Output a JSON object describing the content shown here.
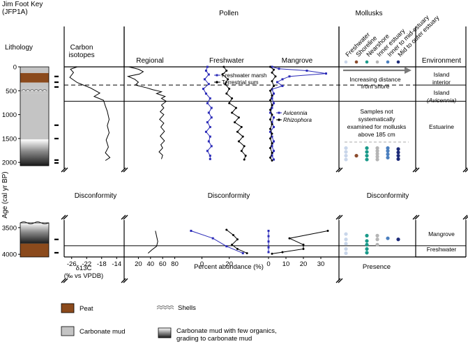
{
  "header": {
    "site_title": "Jim Foot Key",
    "site_code": "(JFP1A)",
    "lithology": "Lithology",
    "carbon": "Carbon",
    "isotopes": "isotopes",
    "pollen": "Pollen",
    "regional": "Regional",
    "freshwater": "Freshwater",
    "mangrove": "Mangrove",
    "mollusks": "Mollusks",
    "environment": "Environment"
  },
  "y_axis": {
    "label": "Age (cal yr BP)",
    "upper_ticks": [
      0,
      500,
      1000,
      1500,
      2000
    ],
    "lower_ticks": [
      3500,
      4000
    ]
  },
  "disconformity": "Disconformity",
  "x_axes": {
    "carbon_ticks": [
      -26,
      -22,
      -18,
      -14
    ],
    "carbon_label_1": "δ13C",
    "carbon_label_2": "(‰ vs VPDB)",
    "regional_ticks": [
      20,
      40,
      60,
      80
    ],
    "freshwater_ticks": [
      0,
      20
    ],
    "mangrove_ticks": [
      0,
      10,
      20,
      30
    ],
    "pollen_label": "Percent abundance (%)",
    "presence_label": "Presence"
  },
  "mollusk_taxa": [
    {
      "name": "Freshwater",
      "color": "#c9d6ea"
    },
    {
      "name": "Shoreline",
      "color": "#8b4a2b"
    },
    {
      "name": "Nearshore",
      "color": "#1a9a8a"
    },
    {
      "name": "Inner estuary",
      "color": "#b5b5b5"
    },
    {
      "name": "Inner to mid-estuary",
      "color": "#4a7fbf"
    },
    {
      "name": "Mid to outer estuary",
      "color": "#1c2a78"
    }
  ],
  "mollusk_notes": {
    "gradient_1": "Increasing distance",
    "gradient_2": "from shore",
    "not_examined_1": "Samples not",
    "not_examined_2": "systematically",
    "not_examined_3": "examined for mollusks",
    "not_examined_4": "above 185 cm"
  },
  "environments": {
    "island_interior_1": "Island",
    "island_interior_2": "interior",
    "island_avicennia_1": "Island",
    "island_avicennia_2": "(Avicennia)",
    "estuarine": "Estuarine",
    "mangrove": "Mangrove",
    "freshwater": "Freshwater"
  },
  "legends": {
    "freshwater_marsh": "Freshwater marsh",
    "terrestrial_sum": "Terrestrial sum",
    "avicennia": "Avicennia",
    "rhizophora": "Rhizophora"
  },
  "lithology_legend": {
    "peat": "Peat",
    "shells": "Shells",
    "carbonate_mud": "Carbonate mud",
    "gradient_1": "Carbonate mud with few organics,",
    "gradient_2": "grading to carbonate mud"
  },
  "colors": {
    "peat": "#8b4a1c",
    "carbonate_mud": "#c4c4c4",
    "freshwater_marsh": "#2b2bb8",
    "avicennia": "#2b2bb8",
    "rhizophora": "#000000",
    "terrestrial_sum": "#000000",
    "dashed_line": "#aaaaaa",
    "gradient_arrow": "#7a7a7a"
  },
  "lithology": {
    "upper": [
      {
        "type": "carbonate_mud",
        "from": 0,
        "to": 130
      },
      {
        "type": "peat",
        "from": 130,
        "to": 330
      },
      {
        "type": "carbonate_mud",
        "from": 330,
        "to": 450
      },
      {
        "type": "shells",
        "from": 450,
        "to": 560
      },
      {
        "type": "carbonate_mud",
        "from": 560,
        "to": 1520
      },
      {
        "type": "gradient",
        "from": 1520,
        "to": 2070
      }
    ],
    "lower": [
      {
        "type": "gradient",
        "from": 3410,
        "to": 3800
      },
      {
        "type": "peat",
        "from": 3800,
        "to": 4050
      }
    ]
  },
  "chart_data": {
    "type": "line",
    "y_unit": "Age (cal yr BP)",
    "upper_ylim": [
      0,
      2070
    ],
    "lower_ylim": [
      3410,
      4050
    ],
    "horizontal_lines": {
      "solid_ages": [
        720,
        3840
      ],
      "dashed_age": 380
    },
    "sample_marks": {
      "upper": [
        200,
        320,
        420,
        1220,
        1500,
        1950,
        2010
      ],
      "lower": [
        3720,
        3970
      ]
    },
    "carbon_isotopes": {
      "xlim": [
        -28,
        -12
      ],
      "upper": [
        {
          "age": 0,
          "value": -24.5
        },
        {
          "age": 50,
          "value": -26.3
        },
        {
          "age": 120,
          "value": -25.5
        },
        {
          "age": 220,
          "value": -26.5
        },
        {
          "age": 330,
          "value": -24.5
        },
        {
          "age": 440,
          "value": -21
        },
        {
          "age": 550,
          "value": -18.5
        },
        {
          "age": 620,
          "value": -20
        },
        {
          "age": 700,
          "value": -17.5
        },
        {
          "age": 820,
          "value": -17
        },
        {
          "age": 930,
          "value": -16.5
        },
        {
          "age": 1100,
          "value": -16
        },
        {
          "age": 1230,
          "value": -16.5
        },
        {
          "age": 1380,
          "value": -16
        },
        {
          "age": 1530,
          "value": -16.8
        },
        {
          "age": 1680,
          "value": -16.2
        },
        {
          "age": 1800,
          "value": -17
        },
        {
          "age": 1900,
          "value": -15.8
        },
        {
          "age": 1960,
          "value": -17
        }
      ]
    },
    "regional": {
      "xlim": [
        0,
        100
      ],
      "upper": [
        {
          "age": 0,
          "value": 4
        },
        {
          "age": 50,
          "value": 20
        },
        {
          "age": 100,
          "value": 28
        },
        {
          "age": 150,
          "value": 22
        },
        {
          "age": 200,
          "value": 3
        },
        {
          "age": 260,
          "value": 14
        },
        {
          "age": 320,
          "value": 20
        },
        {
          "age": 380,
          "value": 15
        },
        {
          "age": 440,
          "value": 34
        },
        {
          "age": 480,
          "value": 44
        },
        {
          "age": 520,
          "value": 58
        },
        {
          "age": 560,
          "value": 50
        },
        {
          "age": 620,
          "value": 64
        },
        {
          "age": 660,
          "value": 58
        },
        {
          "age": 720,
          "value": 66
        },
        {
          "age": 800,
          "value": 58
        },
        {
          "age": 860,
          "value": 62
        },
        {
          "age": 940,
          "value": 56
        },
        {
          "age": 1000,
          "value": 62
        },
        {
          "age": 1100,
          "value": 55
        },
        {
          "age": 1180,
          "value": 62
        },
        {
          "age": 1260,
          "value": 57
        },
        {
          "age": 1350,
          "value": 63
        },
        {
          "age": 1450,
          "value": 56
        },
        {
          "age": 1550,
          "value": 63
        },
        {
          "age": 1630,
          "value": 57
        },
        {
          "age": 1700,
          "value": 60
        },
        {
          "age": 1780,
          "value": 54
        },
        {
          "age": 1850,
          "value": 60
        },
        {
          "age": 1930,
          "value": 58
        }
      ],
      "lower": [
        {
          "age": 3560,
          "value": 48
        },
        {
          "age": 3760,
          "value": 52
        },
        {
          "age": 3850,
          "value": 50
        },
        {
          "age": 3920,
          "value": 42
        },
        {
          "age": 3980,
          "value": 36
        }
      ]
    },
    "freshwater_pollen": {
      "xlim": [
        -10,
        36
      ],
      "series": [
        {
          "name": "Freshwater marsh",
          "color": "#2b2bb8",
          "upper": [
            {
              "age": 0,
              "value": 4
            },
            {
              "age": 80,
              "value": 3
            },
            {
              "age": 160,
              "value": 5
            },
            {
              "age": 260,
              "value": 2
            },
            {
              "age": 360,
              "value": 5
            },
            {
              "age": 460,
              "value": 1
            },
            {
              "age": 560,
              "value": 3
            },
            {
              "age": 660,
              "value": 6
            },
            {
              "age": 760,
              "value": 4
            },
            {
              "age": 860,
              "value": 7
            },
            {
              "age": 960,
              "value": 5
            },
            {
              "age": 1060,
              "value": 7
            },
            {
              "age": 1160,
              "value": 4
            },
            {
              "age": 1260,
              "value": 6
            },
            {
              "age": 1360,
              "value": 3
            },
            {
              "age": 1460,
              "value": 6
            },
            {
              "age": 1560,
              "value": 5
            },
            {
              "age": 1660,
              "value": 7
            },
            {
              "age": 1760,
              "value": 4
            },
            {
              "age": 1860,
              "value": 6
            },
            {
              "age": 1930,
              "value": 6
            }
          ],
          "lower": [
            {
              "age": 3560,
              "value": -8
            },
            {
              "age": 3700,
              "value": 8
            },
            {
              "age": 3850,
              "value": 18
            },
            {
              "age": 3980,
              "value": 30
            }
          ]
        },
        {
          "name": "Terrestrial sum",
          "color": "#000000",
          "upper": [
            {
              "age": 0,
              "value": 16
            },
            {
              "age": 80,
              "value": 18
            },
            {
              "age": 160,
              "value": 15
            },
            {
              "age": 260,
              "value": 19
            },
            {
              "age": 360,
              "value": 17
            },
            {
              "age": 460,
              "value": 20
            },
            {
              "age": 560,
              "value": 18
            },
            {
              "age": 660,
              "value": 22
            },
            {
              "age": 760,
              "value": 20
            },
            {
              "age": 860,
              "value": 25
            },
            {
              "age": 960,
              "value": 22
            },
            {
              "age": 1060,
              "value": 27
            },
            {
              "age": 1160,
              "value": 24
            },
            {
              "age": 1260,
              "value": 29
            },
            {
              "age": 1360,
              "value": 26
            },
            {
              "age": 1460,
              "value": 30
            },
            {
              "age": 1560,
              "value": 27
            },
            {
              "age": 1660,
              "value": 31
            },
            {
              "age": 1760,
              "value": 29
            },
            {
              "age": 1860,
              "value": 32
            },
            {
              "age": 1940,
              "value": 31
            }
          ],
          "lower": [
            {
              "age": 3540,
              "value": 18
            },
            {
              "age": 3640,
              "value": 23
            },
            {
              "age": 3720,
              "value": 26
            },
            {
              "age": 3820,
              "value": 22
            },
            {
              "age": 3900,
              "value": 26
            },
            {
              "age": 3980,
              "value": 33
            }
          ]
        }
      ]
    },
    "mangrove_pollen": {
      "xlim": [
        -4,
        36
      ],
      "series": [
        {
          "name": "Avicennia",
          "color": "#2b2bb8",
          "upper": [
            {
              "age": 0,
              "value": 2
            },
            {
              "age": 40,
              "value": 6
            },
            {
              "age": 80,
              "value": 22
            },
            {
              "age": 140,
              "value": 33
            },
            {
              "age": 200,
              "value": 12
            },
            {
              "age": 260,
              "value": 8
            },
            {
              "age": 320,
              "value": 5
            },
            {
              "age": 400,
              "value": 8
            },
            {
              "age": 470,
              "value": 2
            },
            {
              "age": 560,
              "value": 3
            },
            {
              "age": 660,
              "value": 2
            },
            {
              "age": 760,
              "value": 3
            },
            {
              "age": 860,
              "value": 2
            },
            {
              "age": 960,
              "value": 1
            },
            {
              "age": 1060,
              "value": 3
            },
            {
              "age": 1160,
              "value": 2
            },
            {
              "age": 1260,
              "value": 3
            },
            {
              "age": 1360,
              "value": 1
            },
            {
              "age": 1460,
              "value": 2
            },
            {
              "age": 1560,
              "value": 3
            },
            {
              "age": 1660,
              "value": 2
            },
            {
              "age": 1760,
              "value": 3
            },
            {
              "age": 1860,
              "value": 2
            },
            {
              "age": 1940,
              "value": 3
            }
          ],
          "lower": [
            {
              "age": 3560,
              "value": 0
            },
            {
              "age": 3660,
              "value": 0
            },
            {
              "age": 3760,
              "value": 0
            },
            {
              "age": 3870,
              "value": 0
            },
            {
              "age": 3960,
              "value": 0
            }
          ]
        },
        {
          "name": "Rhizophora",
          "color": "#000000",
          "upper": [
            {
              "age": 0,
              "value": 1
            },
            {
              "age": 60,
              "value": 3
            },
            {
              "age": 120,
              "value": 2
            },
            {
              "age": 200,
              "value": 4
            },
            {
              "age": 300,
              "value": 2
            },
            {
              "age": 400,
              "value": 3
            },
            {
              "age": 500,
              "value": 1
            },
            {
              "age": 600,
              "value": 2
            },
            {
              "age": 700,
              "value": 1
            },
            {
              "age": 800,
              "value": 2
            },
            {
              "age": 900,
              "value": 1
            },
            {
              "age": 1000,
              "value": 2
            },
            {
              "age": 1100,
              "value": 1
            },
            {
              "age": 1200,
              "value": 2
            },
            {
              "age": 1300,
              "value": 1
            },
            {
              "age": 1400,
              "value": 2
            },
            {
              "age": 1500,
              "value": 1
            },
            {
              "age": 1600,
              "value": 2
            },
            {
              "age": 1700,
              "value": 1
            },
            {
              "age": 1800,
              "value": 2
            },
            {
              "age": 1900,
              "value": 1
            },
            {
              "age": 1960,
              "value": 2
            }
          ],
          "lower": [
            {
              "age": 3560,
              "value": 34
            },
            {
              "age": 3700,
              "value": 12
            },
            {
              "age": 3820,
              "value": 20
            },
            {
              "age": 3900,
              "value": 20
            },
            {
              "age": 3960,
              "value": 8
            },
            {
              "age": 3990,
              "value": 2
            }
          ]
        }
      ]
    },
    "mollusk_presence": {
      "upper": [
        {
          "taxon": "Freshwater",
          "ages": [
            1700,
            1780,
            1860,
            1940
          ]
        },
        {
          "taxon": "Shoreline",
          "ages": [
            1860
          ]
        },
        {
          "taxon": "Nearshore",
          "ages": [
            1700,
            1780,
            1860,
            1940
          ]
        },
        {
          "taxon": "Inner estuary",
          "ages": [
            1700,
            1760,
            1820,
            1880,
            1940
          ]
        },
        {
          "taxon": "Inner to mid-estuary",
          "ages": [
            1700,
            1760,
            1830,
            1900
          ]
        },
        {
          "taxon": "Mid to outer estuary",
          "ages": [
            1720,
            1790,
            1860,
            1930
          ]
        }
      ],
      "lower": [
        {
          "taxon": "Freshwater",
          "ages": [
            3620,
            3720,
            3800,
            3900,
            3980
          ]
        },
        {
          "taxon": "Nearshore",
          "ages": [
            3650,
            3750,
            3820,
            3900,
            3970
          ]
        },
        {
          "taxon": "Inner estuary",
          "ages": [
            3650,
            3720,
            3820
          ]
        },
        {
          "taxon": "Inner to mid-estuary",
          "ages": [
            3700
          ]
        },
        {
          "taxon": "Mid to outer estuary",
          "ages": [
            3720
          ]
        }
      ]
    }
  }
}
